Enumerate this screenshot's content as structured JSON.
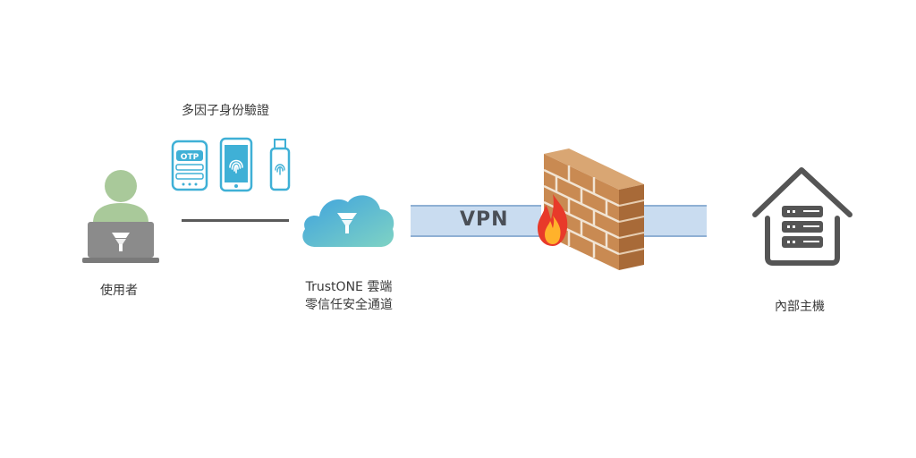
{
  "labels": {
    "mfa": "多因子身份驗證",
    "user": "使用者",
    "cloud_line1": "TrustONE 雲端",
    "cloud_line2": "零信任安全通道",
    "vpn": "VPN",
    "internal_host": "內部主機"
  },
  "otp_text": "OTP",
  "icons": [
    "user-icon",
    "laptop-icon",
    "otp-device-icon",
    "smartphone-fingerprint-icon",
    "usb-key-fingerprint-icon",
    "cloud-icon",
    "firewall-icon",
    "flame-icon",
    "house-server-icon"
  ],
  "colors": {
    "user_green": "#a9c99a",
    "laptop_gray": "#8b8b8b",
    "mfa_blue": "#3fb0d6",
    "cloud_start": "#3ea2de",
    "cloud_end": "#7fd3c4",
    "vpn_band": "#c9dcf0",
    "brick": "#c98a52",
    "house_gray": "#555555"
  }
}
